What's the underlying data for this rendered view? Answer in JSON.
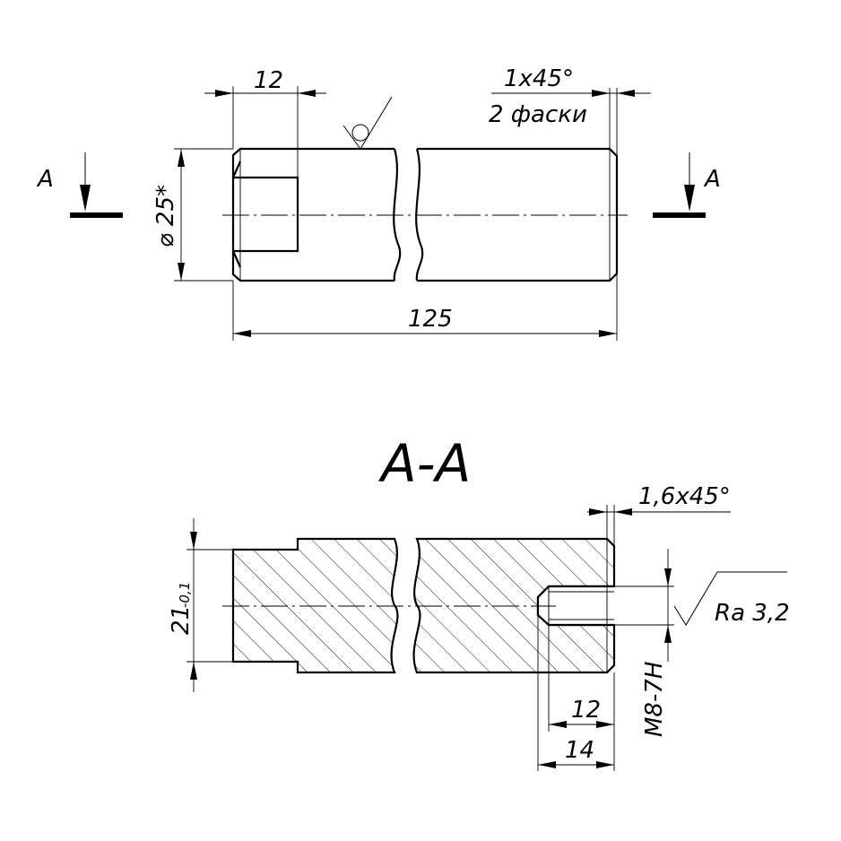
{
  "labels": {
    "section_mark": "A",
    "section_title": "A-A"
  },
  "dimensions": {
    "top_length": "12",
    "overall_length": "125",
    "diameter": "⌀ 25*",
    "chamfer_top": "1x45°",
    "chamfer_count": "2 фаски",
    "chamfer_section": "1,6x45°",
    "height_main": "21",
    "height_tolerance": "-0,1",
    "thread": "M8-7H",
    "thread_depth": "12",
    "hole_depth": "14"
  },
  "roughness": {
    "value": "Ra 3,2"
  }
}
